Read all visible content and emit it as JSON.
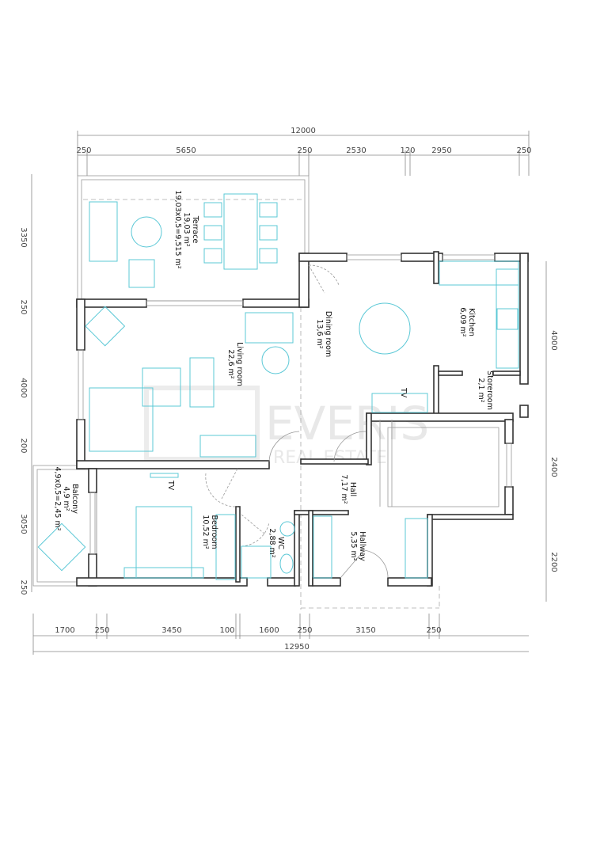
{
  "watermark": {
    "brand": "EVERIS",
    "tagline": "REAL ESTATE"
  },
  "dimensions": {
    "top_total": "12000",
    "top": [
      "250",
      "5650",
      "250",
      "2530",
      "120",
      "2950",
      "250"
    ],
    "left": [
      "3350",
      "250",
      "4000",
      "200",
      "3050",
      "250"
    ],
    "right": [
      "4000",
      "2400",
      "2200"
    ],
    "bottom": [
      "1700",
      "250",
      "3450",
      "100",
      "1600",
      "250",
      "3150",
      "250"
    ],
    "bottom_total": "12950"
  },
  "rooms": {
    "terrace": {
      "name": "Terrace",
      "area": "19,03 m²",
      "formula": "19,03x0,5=9,515 m²"
    },
    "dining": {
      "name": "Dining room",
      "area": "13,6 m²"
    },
    "living": {
      "name": "Living room",
      "area": "22,6 m²"
    },
    "kitchen": {
      "name": "Kitchen",
      "area": "6,09 m²"
    },
    "storeroom": {
      "name": "Storeroom",
      "area": "2,1 m²"
    },
    "hall": {
      "name": "Hall",
      "area": "7,17 m²"
    },
    "hallway": {
      "name": "Hallway",
      "area": "5,35 m²"
    },
    "wc": {
      "name": "WC",
      "area": "2,88 m²"
    },
    "bedroom": {
      "name": "Bedroom",
      "area": "10,52 m²"
    },
    "balcony": {
      "name": "Balcony",
      "area": "4,9 m²",
      "formula": "4,9x0,5=2,45 m²"
    }
  },
  "tv_labels": [
    "TV",
    "TV"
  ],
  "colors": {
    "walls": "#333333",
    "furniture": "#5bc8d6",
    "dimensions": "#888888"
  }
}
